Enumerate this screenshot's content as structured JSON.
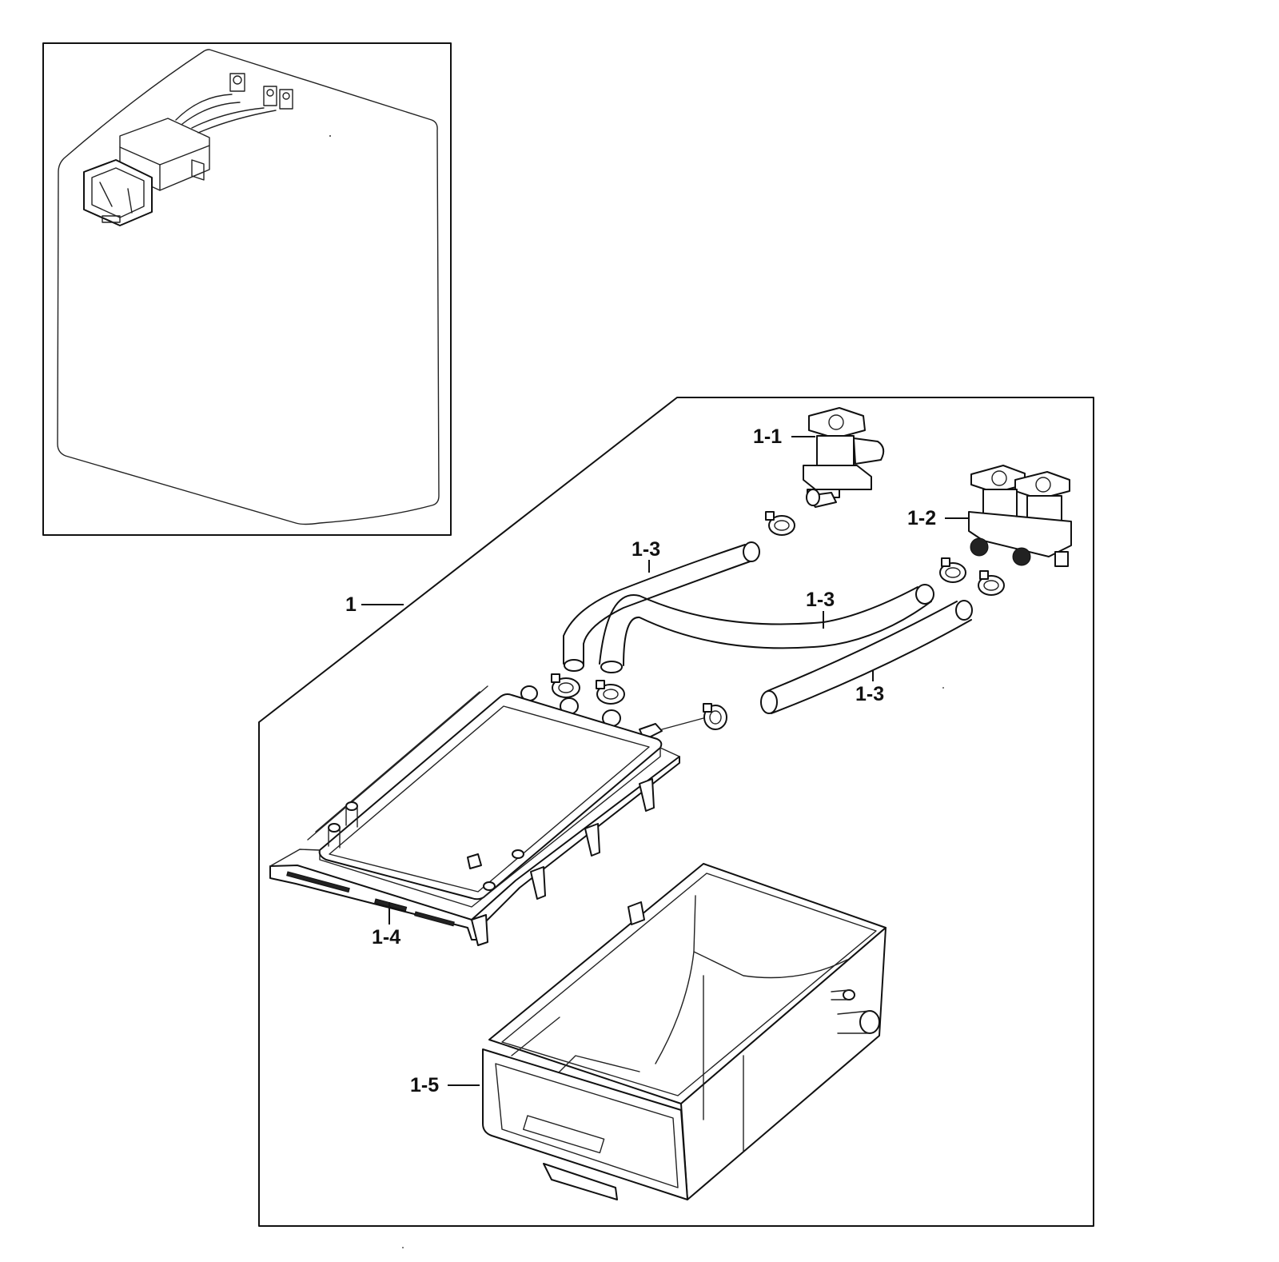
{
  "callouts": {
    "assembly": "1",
    "valve_single": "1-1",
    "valve_double": "1-2",
    "hose_a": "1-3",
    "hose_b": "1-3",
    "hose_c": "1-3",
    "housing_cover": "1-4",
    "drawer": "1-5"
  },
  "colors": {
    "line": "#111111",
    "background": "#ffffff"
  }
}
